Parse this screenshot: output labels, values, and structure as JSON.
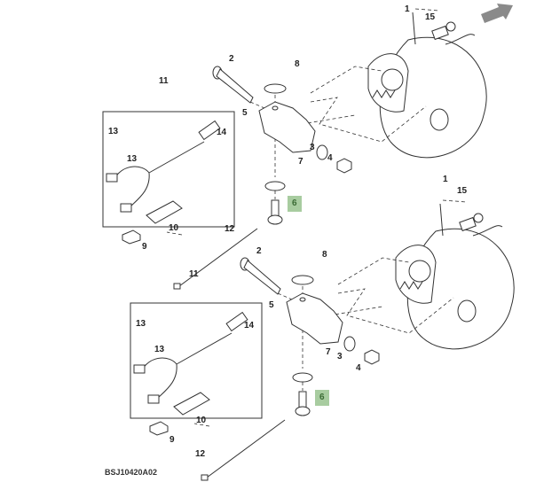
{
  "diagram_id": "BSJ10420A02",
  "nav_arrow": "arrow-icon",
  "colors": {
    "highlight": "#a8cca0",
    "line": "#333333",
    "arrow": "#8a8a8a"
  },
  "assemblies": [
    {
      "callouts": {
        "c1": "1",
        "c15": "15",
        "c2": "2",
        "c8": "8",
        "c11": "11",
        "c5": "5",
        "c14": "14",
        "c13a": "13",
        "c13b": "13",
        "c3": "3",
        "c4": "4",
        "c7": "7",
        "c6": "6",
        "c10": "10",
        "c12": "12",
        "c9": "9"
      }
    },
    {
      "callouts": {
        "c1": "1",
        "c15": "15",
        "c2": "2",
        "c8": "8",
        "c11": "11",
        "c5": "5",
        "c14": "14",
        "c13a": "13",
        "c13b": "13",
        "c3": "3",
        "c4": "4",
        "c7": "7",
        "c6": "6",
        "c10": "10",
        "c12": "12",
        "c9": "9"
      }
    }
  ],
  "highlighted_part": "6"
}
